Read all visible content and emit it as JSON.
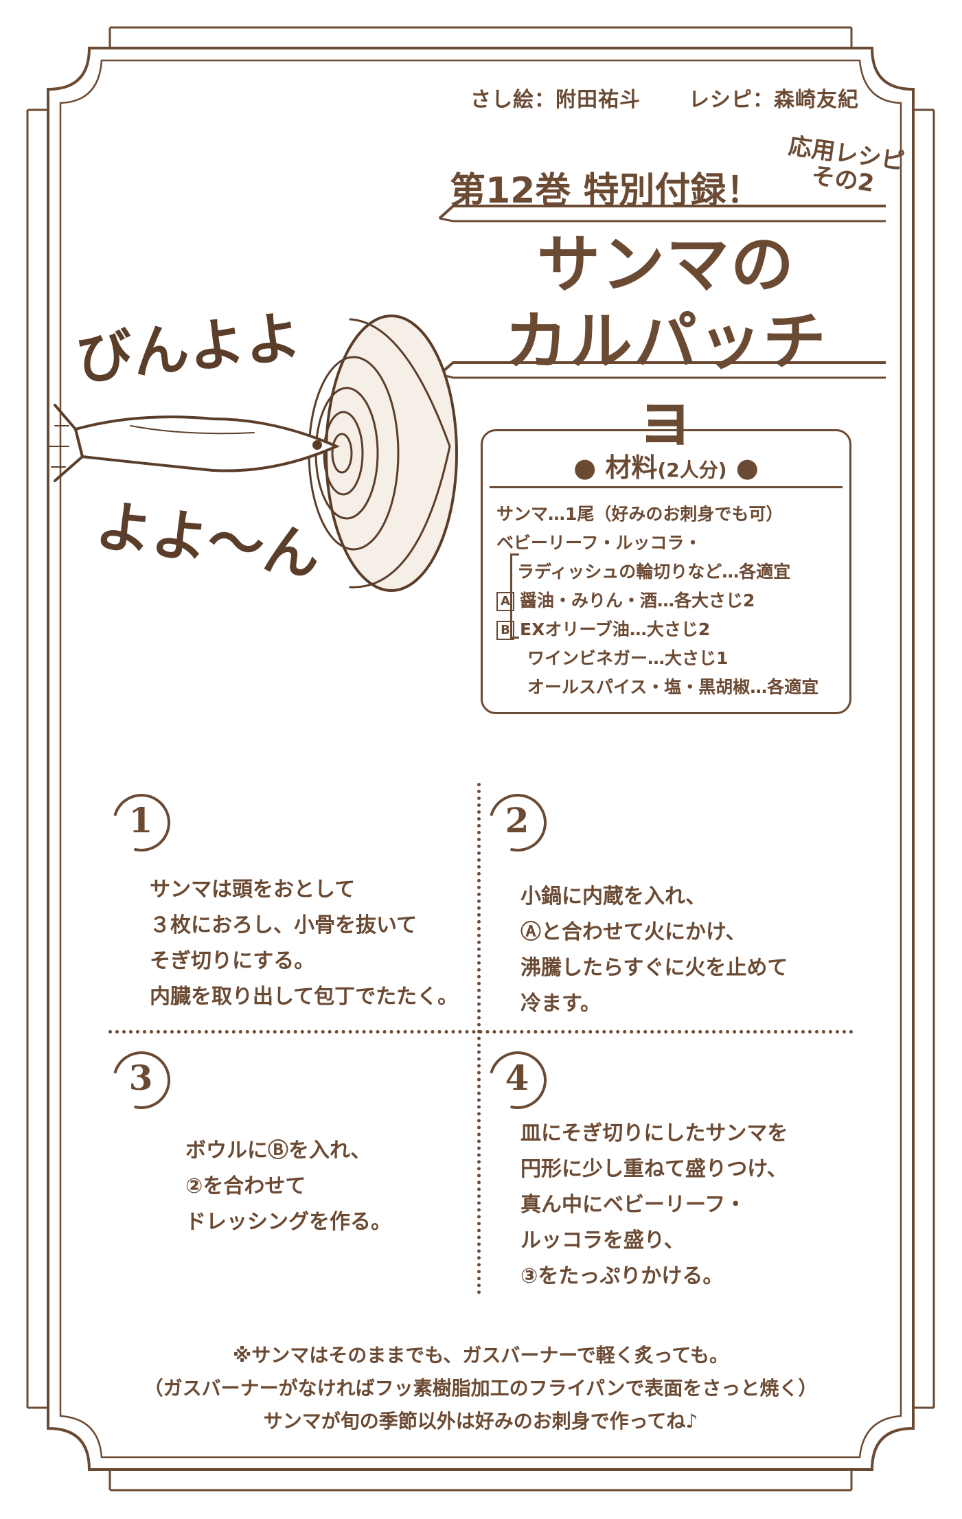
{
  "credits": {
    "illust_label": "さし絵：",
    "illustrator": "附田祐斗",
    "recipe_label": "レシピ：",
    "recipe_author": "森崎友紀"
  },
  "header": {
    "volume": "第12巻 特別付録！",
    "tag_line1": "応用レシピ",
    "tag_line2": "その2",
    "title_line1": "サンマの",
    "title_line2": "カルパッチョ"
  },
  "sfx": {
    "top": "びんよよ",
    "bottom": "よよ〜ん"
  },
  "ingredients": {
    "heading": "材料",
    "servings": "(2人分)",
    "items": [
      "サンマ…1尾（好みのお刺身でも可）",
      "ベビーリーフ・ルッコラ・",
      "ラディッシュの輪切りなど…各適宜",
      "醤油・みりん・酒…各大さじ2",
      "EXオリーブ油…大さじ2",
      "ワインビネガー…大さじ1",
      "オールスパイス・塩・黒胡椒…各適宜"
    ],
    "label_a": "A",
    "label_b": "B"
  },
  "steps": [
    {
      "num": "1",
      "lines": [
        "サンマは頭をおとして",
        "３枚におろし、小骨を抜いて",
        "そぎ切りにする。",
        "内臓を取り出して包丁でたたく。"
      ]
    },
    {
      "num": "2",
      "lines": [
        "小鍋に内蔵を入れ、",
        "Ⓐと合わせて火にかけ、",
        "沸騰したらすぐに火を止めて",
        "冷ます。"
      ]
    },
    {
      "num": "3",
      "lines": [
        "ボウルにⒷを入れ、",
        "②を合わせて",
        "ドレッシングを作る。"
      ]
    },
    {
      "num": "4",
      "lines": [
        "皿にそぎ切りにしたサンマを",
        "円形に少し重ねて盛りつけ、",
        "真ん中にベビーリーフ・",
        "ルッコラを盛り、",
        "③をたっぷりかける。"
      ]
    }
  ],
  "note": [
    "※サンマはそのままでも、ガスバーナーで軽く炙っても。",
    "（ガスバーナーがなければフッ素樹脂加工のフライパンで表面をさっと焼く）",
    "サンマが旬の季節以外は好みのお刺身で作ってね♪"
  ],
  "colors": {
    "ink": "#6b4a33",
    "background": "#ffffff"
  }
}
